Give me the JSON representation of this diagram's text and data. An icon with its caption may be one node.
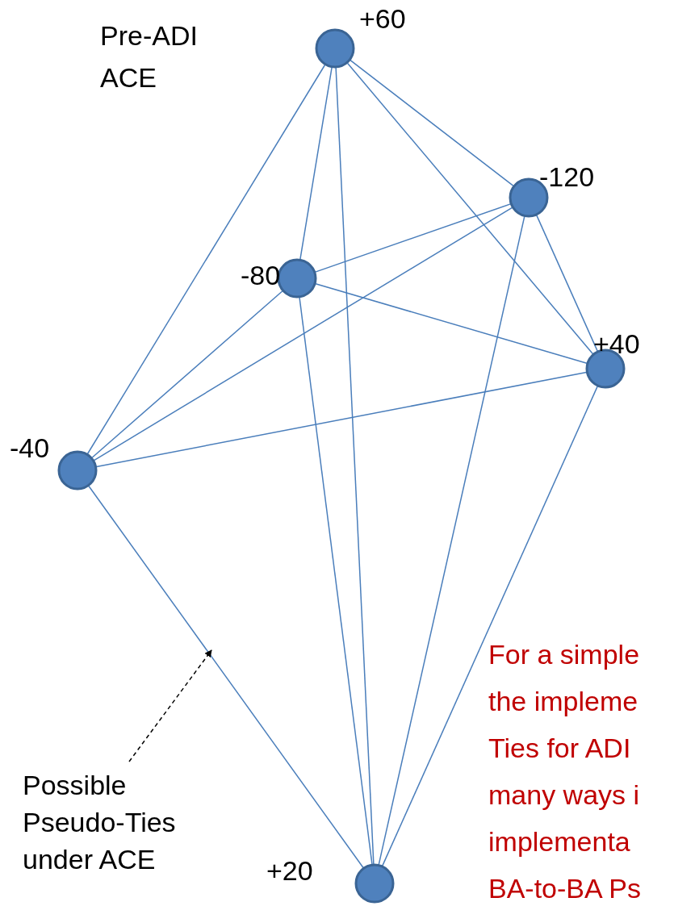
{
  "diagram": {
    "nodes": [
      {
        "text": [],
        "shape": "circle",
        "beside": [
          "+60"
        ]
      },
      {
        "text": [],
        "shape": "circle",
        "beside": [
          "-120"
        ]
      },
      {
        "text": [],
        "shape": "circle",
        "beside": [
          "-80"
        ]
      },
      {
        "text": [],
        "shape": "circle",
        "beside": [
          "+40"
        ]
      },
      {
        "text": [],
        "shape": "circle",
        "beside": [
          "-40"
        ]
      },
      {
        "text": [],
        "shape": "circle",
        "beside": [
          "+20"
        ]
      },
      {
        "text": [
          "Possible Pseudo-Ties under ACE"
        ]
      }
    ],
    "edges": [
      {
        "from": 0,
        "to": 4,
        "arrow": "none"
      },
      {
        "from": 0,
        "to": 2,
        "arrow": "none"
      },
      {
        "from": 0,
        "to": 5,
        "arrow": "none"
      },
      {
        "from": 0,
        "to": 1,
        "arrow": "none"
      },
      {
        "from": 0,
        "to": 3,
        "arrow": "none"
      },
      {
        "from": 1,
        "to": 2,
        "arrow": "none"
      },
      {
        "from": 1,
        "to": 4,
        "arrow": "none"
      },
      {
        "from": 1,
        "to": 5,
        "arrow": "none"
      },
      {
        "from": 1,
        "to": 3,
        "arrow": "none"
      },
      {
        "from": 2,
        "to": 3,
        "arrow": "none"
      },
      {
        "from": 2,
        "to": 4,
        "arrow": "none"
      },
      {
        "from": 2,
        "to": 5,
        "arrow": "none"
      },
      {
        "from": 3,
        "to": 4,
        "arrow": "none"
      },
      {
        "from": 3,
        "to": 5,
        "arrow": "none"
      },
      {
        "from": 4,
        "to": 5,
        "arrow": "none"
      },
      {
        "from": 6,
        "to": null,
        "arrow": "to",
        "style": "dashed",
        "color": "#000000"
      }
    ],
    "labels": [
      "Pre-ADI ACE",
      "For a simple",
      "the impleme",
      "Ties for ADI",
      "many ways i",
      "implementa",
      "BA-to-BA Ps"
    ]
  }
}
